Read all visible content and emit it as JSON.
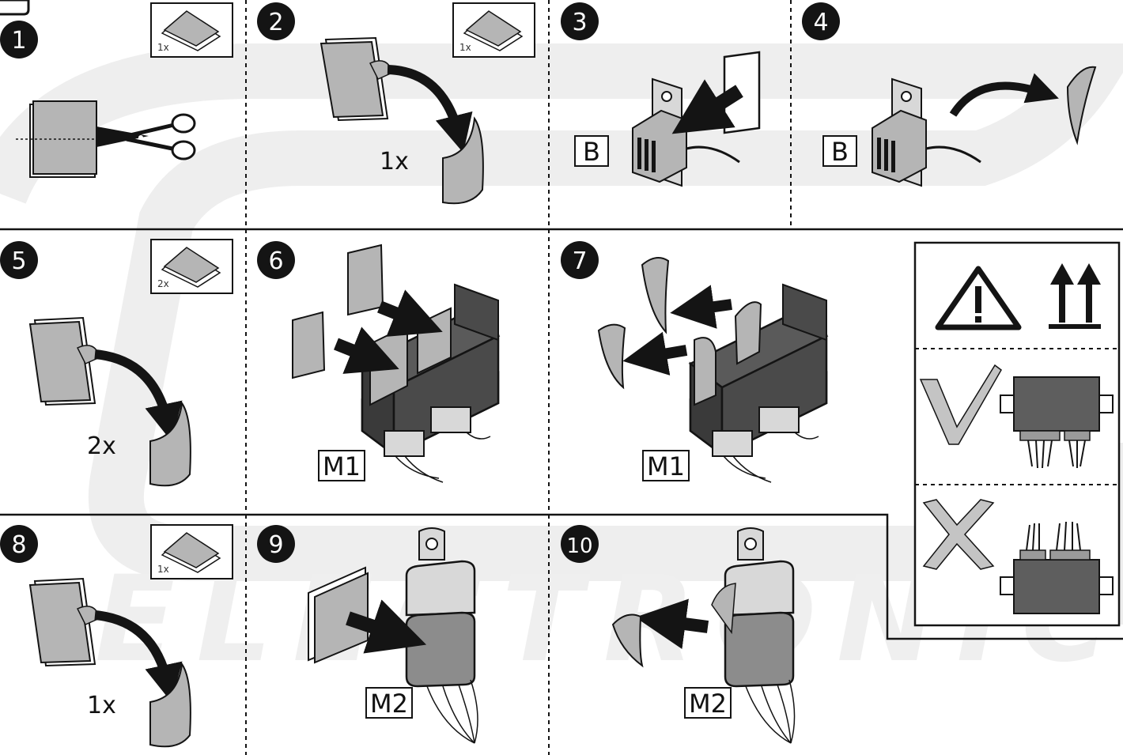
{
  "watermark": {
    "text": "ELECTRONICS"
  },
  "steps": [
    {
      "number": "1",
      "badge_quantity": "1x"
    },
    {
      "number": "2",
      "badge_quantity": "1x",
      "quantity": "1x"
    },
    {
      "number": "3",
      "module_label": "B"
    },
    {
      "number": "4",
      "module_label": "B"
    },
    {
      "number": "5",
      "badge_quantity": "2x",
      "quantity": "2x"
    },
    {
      "number": "6",
      "module_label": "M1"
    },
    {
      "number": "7",
      "module_label": "M1"
    },
    {
      "number": "8",
      "badge_quantity": "1x",
      "quantity": "1x"
    },
    {
      "number": "9",
      "module_label": "M2"
    },
    {
      "number": "10",
      "module_label": "M2"
    }
  ],
  "legend": {
    "rows": [
      {
        "icons": [
          "warning-triangle-icon",
          "this-way-up-arrows-icon"
        ]
      },
      {
        "icons": [
          "check-mark-icon",
          "module-cables-down-icon"
        ]
      },
      {
        "icons": [
          "cross-mark-icon",
          "module-cables-up-icon"
        ]
      }
    ]
  },
  "colors": {
    "accent_dark": "#141414",
    "fill_gray": "#b5b5b5",
    "module_dark": "#4a4a4a",
    "watermark": "#efefef"
  }
}
